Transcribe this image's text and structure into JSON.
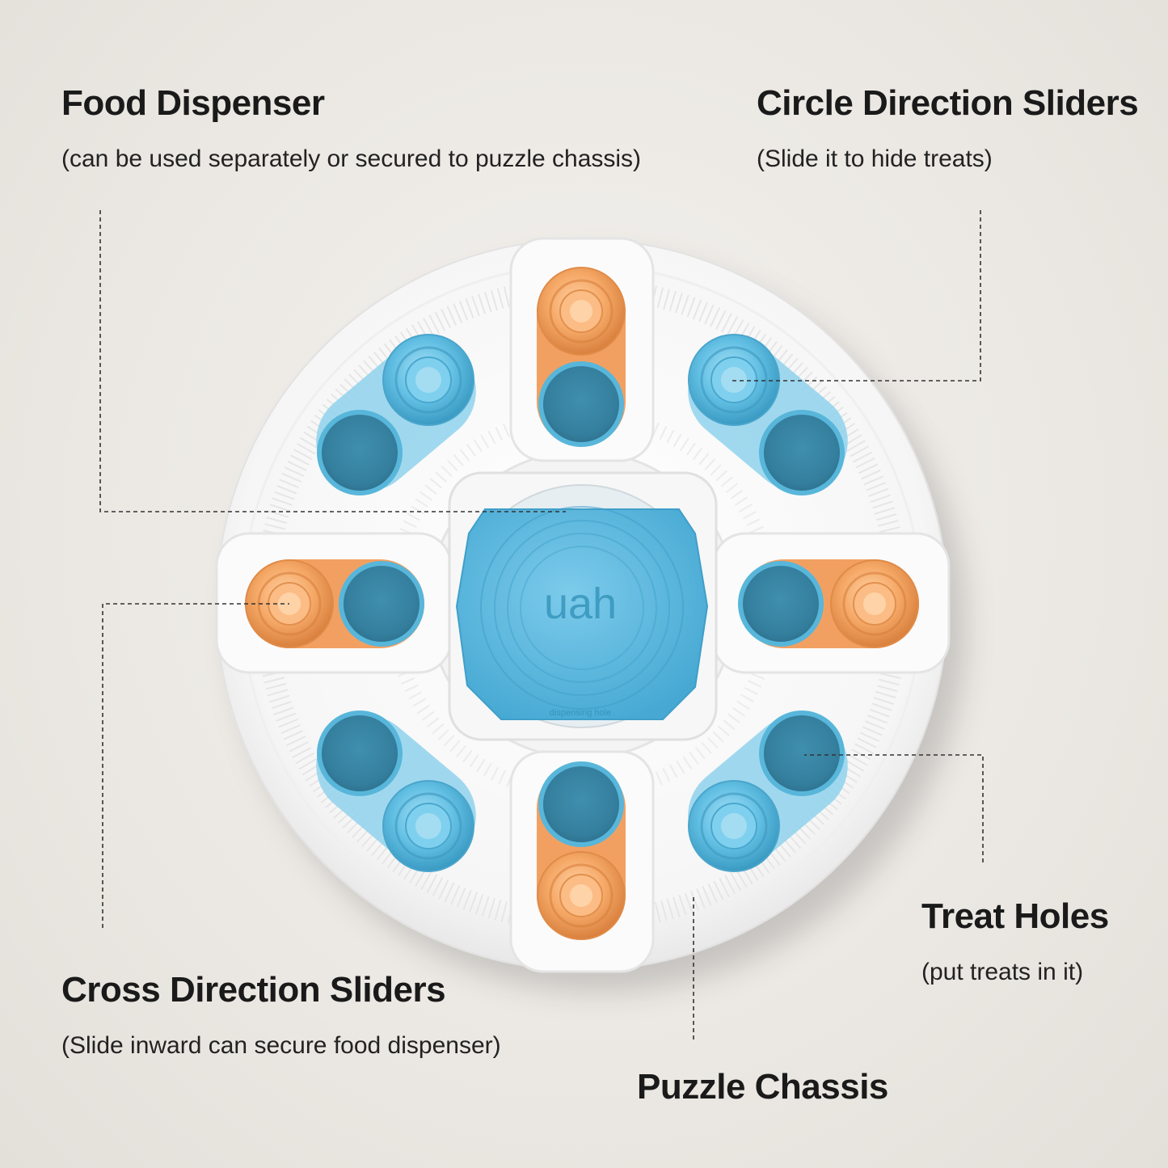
{
  "labels": {
    "food_dispenser": {
      "title": "Food Dispenser",
      "subtitle": "(can be used separately or secured to puzzle chassis)"
    },
    "circle_sliders": {
      "title": "Circle Direction Sliders",
      "subtitle": "(Slide it to hide treats)"
    },
    "cross_sliders": {
      "title": "Cross Direction Sliders",
      "subtitle": "(Slide inward can secure food dispenser)"
    },
    "treat_holes": {
      "title": "Treat Holes",
      "subtitle": "(put treats in it)"
    },
    "puzzle_chassis": {
      "title": "Puzzle Chassis"
    }
  },
  "product": {
    "logo": "uah",
    "dispenser_text": "dispensing hole"
  },
  "colors": {
    "background": "#ece9e4",
    "chassis": "#ffffff",
    "blue": "#5ab8de",
    "blue_dark": "#2f8fb6",
    "orange": "#f2a062",
    "text": "#1a1a1a"
  }
}
